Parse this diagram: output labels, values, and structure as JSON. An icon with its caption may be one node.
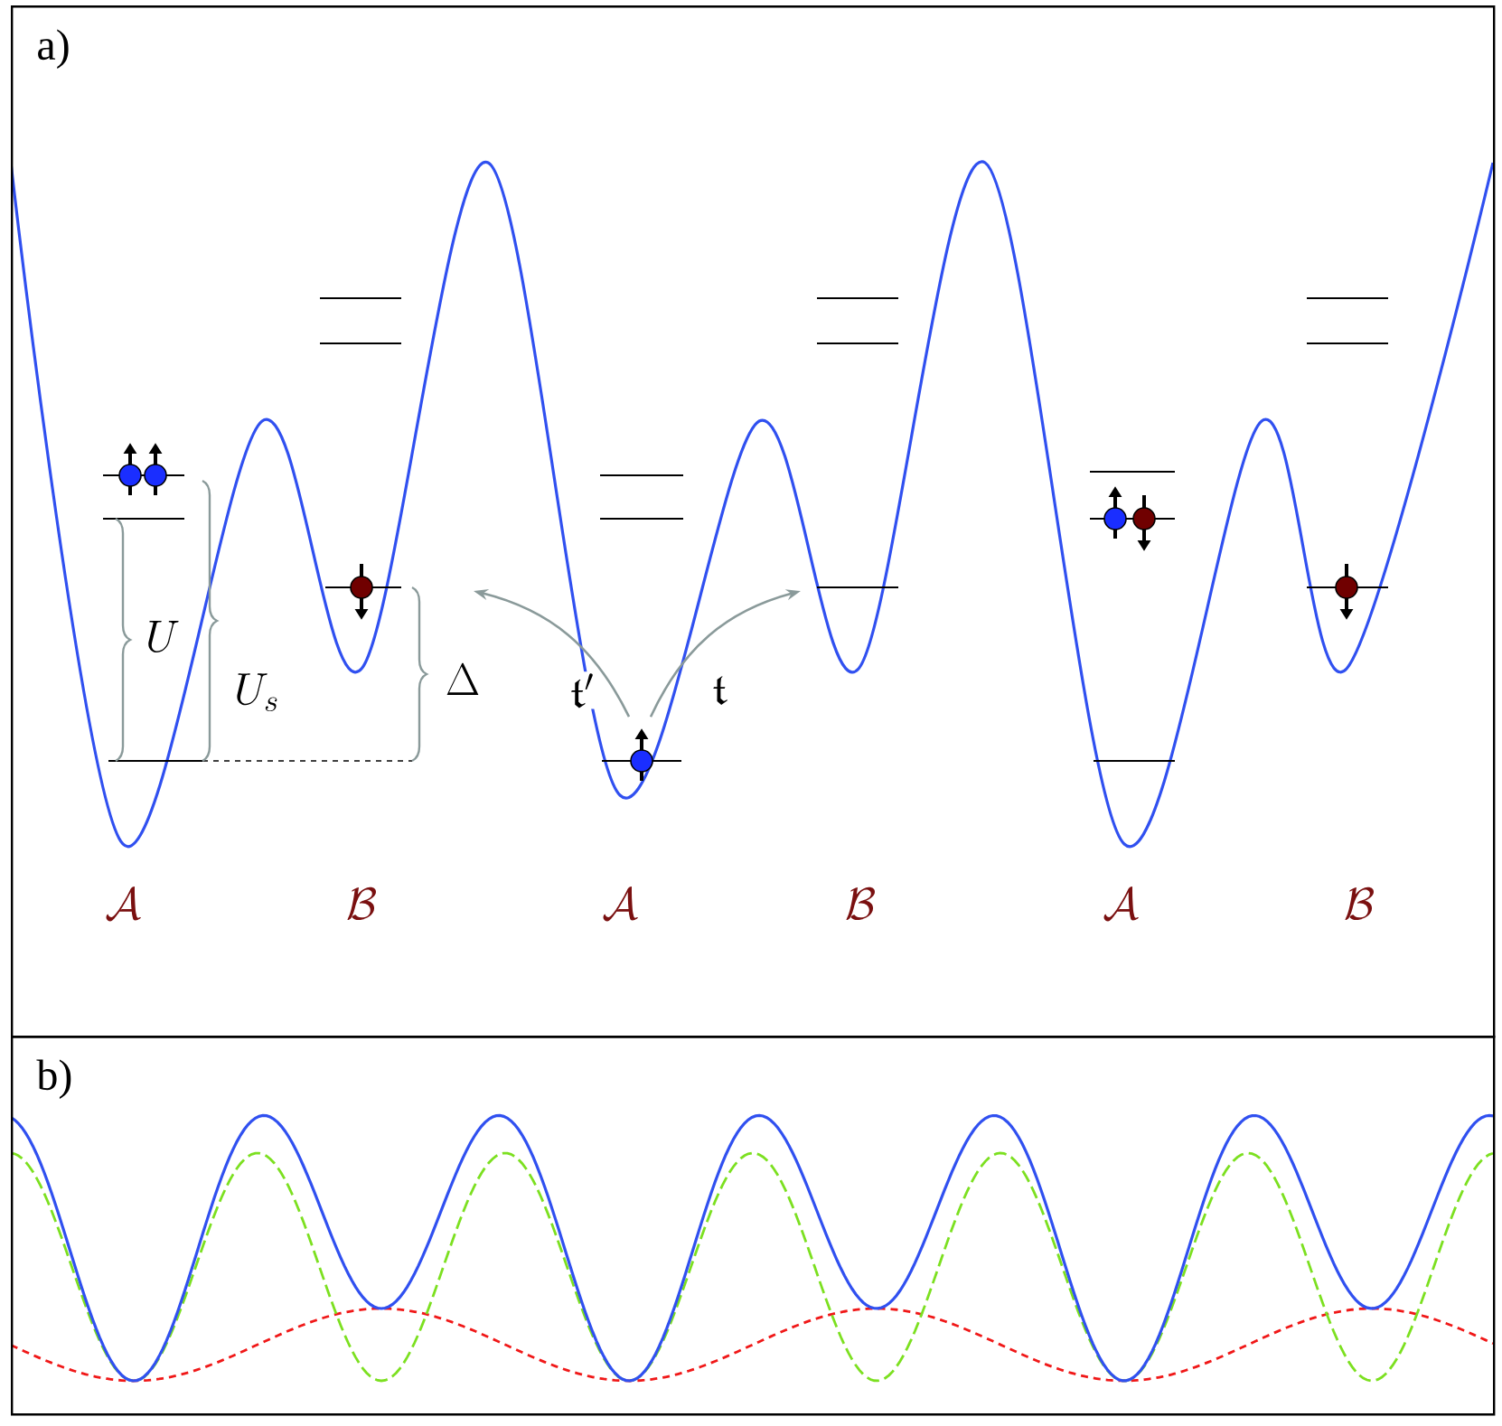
{
  "diagram": {
    "nodes": [
      {
        "text": [
          "a)"
        ]
      },
      {
        "text": [],
        "shape": "circle",
        "in": 0
      },
      {
        "text": [],
        "shape": "circle",
        "in": 0
      },
      {
        "text": [],
        "shape": "circle",
        "in": 0
      },
      {
        "text": [],
        "shape": "circle",
        "in": 0
      },
      {
        "text": [],
        "shape": "circle",
        "in": 0
      },
      {
        "text": [],
        "shape": "circle",
        "in": 0
      },
      {
        "text": [],
        "shape": "circle",
        "in": 0
      },
      {
        "text": [
          "b)"
        ]
      }
    ],
    "edges": [
      {
        "from": 4,
        "to": null,
        "arrow": "to",
        "label": "\\mathfrak{t}'"
      },
      {
        "from": 4,
        "to": null,
        "arrow": "to",
        "label": "\\mathfrak{t}"
      }
    ],
    "labels": [
      "U",
      "U_s",
      "\\Delta",
      "\\mathcal{A}",
      "\\mathcal{B}",
      "\\mathcal{A}",
      "\\mathcal{B}",
      "\\mathcal{A}",
      "\\mathcal{B}"
    ]
  }
}
